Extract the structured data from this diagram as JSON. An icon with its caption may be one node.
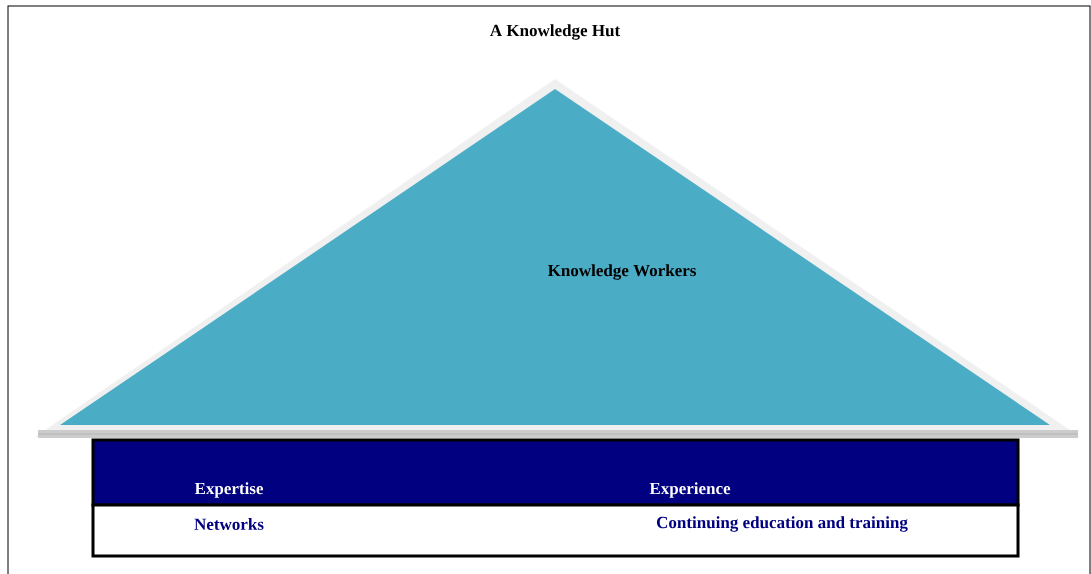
{
  "diagram": {
    "title": "A Knowledge Hut",
    "nodes": [
      {
        "text": [
          "Knowledge Workers"
        ]
      },
      {
        "text": [
          "Expertise",
          "Experience"
        ]
      },
      {
        "text": [
          "Networks",
          "Continuing education and training"
        ]
      }
    ]
  }
}
